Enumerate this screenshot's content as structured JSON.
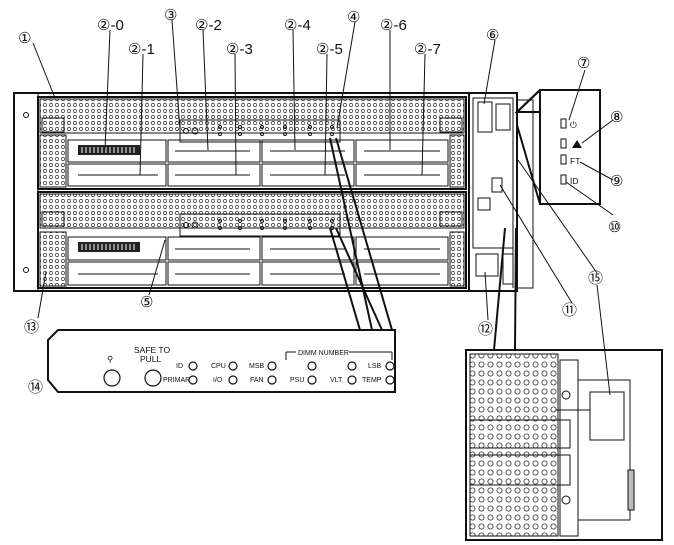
{
  "callouts": {
    "c1": "①",
    "c20": "②-0",
    "c21": "②-1",
    "c3": "③",
    "c22": "②-2",
    "c23": "②-3",
    "c24": "②-4",
    "c4": "④",
    "c25": "②-5",
    "c26": "②-6",
    "c27": "②-7",
    "c6": "⑥",
    "c7": "⑦",
    "c8": "⑧",
    "c9": "⑨",
    "c10": "⑩",
    "c11": "⑪",
    "c12": "⑫",
    "c13": "⑬",
    "c14": "⑭",
    "c15": "⑮",
    "c5": "⑤"
  },
  "panel": {
    "safe_to_pull_1": "SAFE TO",
    "safe_to_pull_2": "PULL",
    "id": "ID",
    "primary": "PRIMARY",
    "cpu": "CPU",
    "io": "I/O",
    "msb": "MSB",
    "fan": "FAN",
    "psu": "PSU",
    "dimm_number": "DIMM NUMBER",
    "vlt": "VLT",
    "lsb": "LSB",
    "temp": "TEMP"
  },
  "side_leds": {
    "ft": "FT",
    "id": "ID"
  }
}
